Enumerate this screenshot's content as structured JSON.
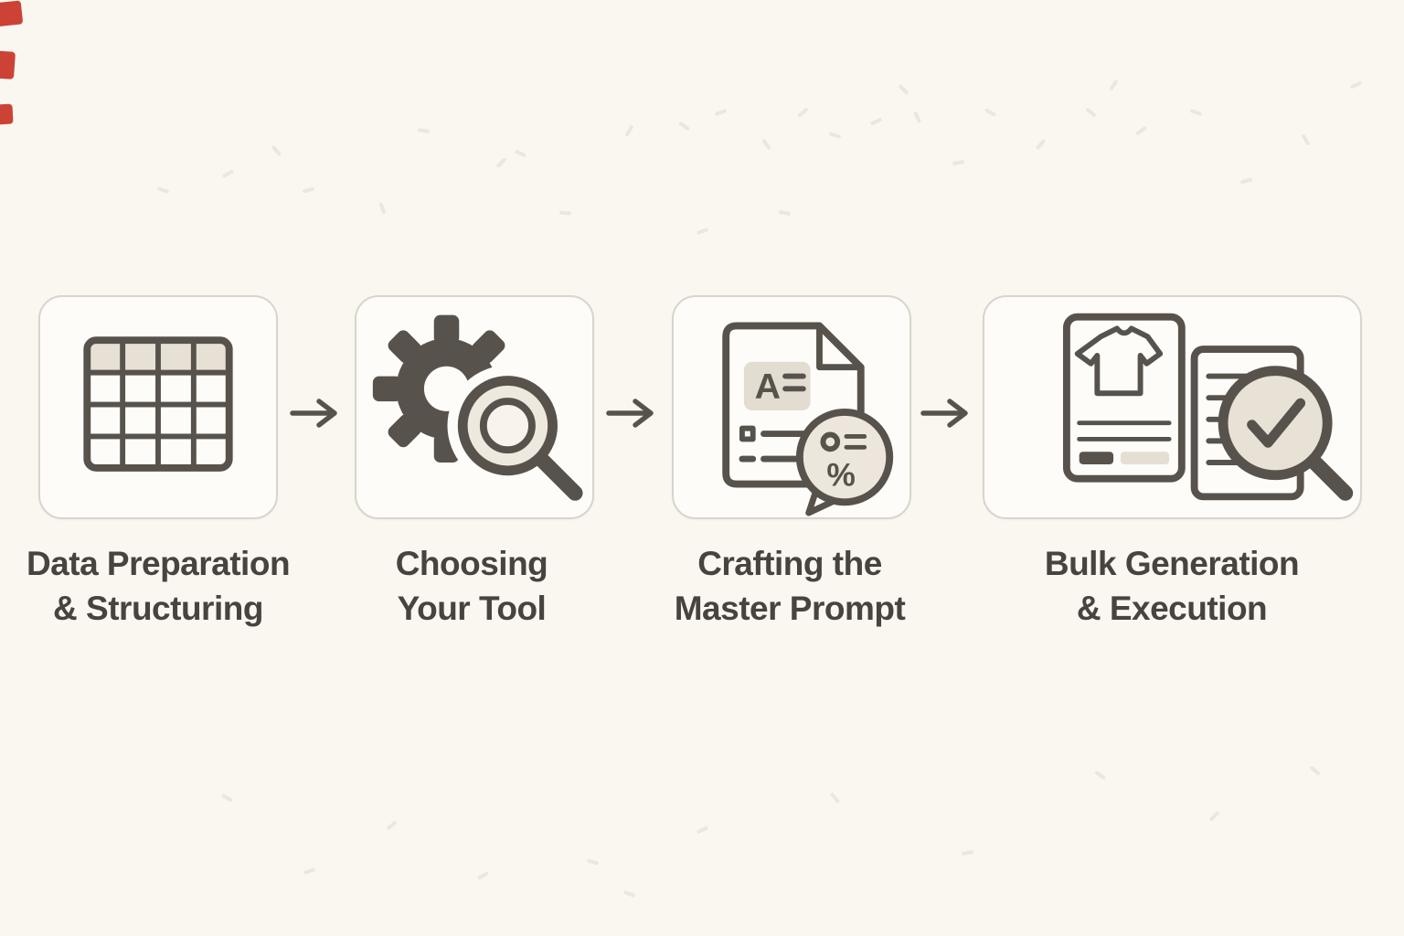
{
  "diagram_title": "",
  "steps": [
    {
      "line1": "Data Preparation",
      "line2": "& Structuring",
      "icon": "table-icon"
    },
    {
      "line1": "Choosing",
      "line2": "Your Tool",
      "icon": "gear-search-icon"
    },
    {
      "line1": "Crafting the",
      "line2": "Master Prompt",
      "icon": "prompt-document-icon"
    },
    {
      "line1": "Bulk Generation",
      "line2": "& Execution",
      "icon": "bulk-review-icon"
    }
  ],
  "icon_text": {
    "prompt_badge_letter": "A",
    "bubble_percent": "%"
  },
  "connector": {
    "icon": "arrow-right-icon"
  },
  "colors": {
    "background": "#faf7f1",
    "card_background": "#fdfcf9",
    "card_border": "#d9d4cb",
    "icon_stroke": "#57534c",
    "icon_fill_light": "#e7e0d5",
    "label_text": "#474440",
    "edge_accent_red": "#c9392a"
  }
}
